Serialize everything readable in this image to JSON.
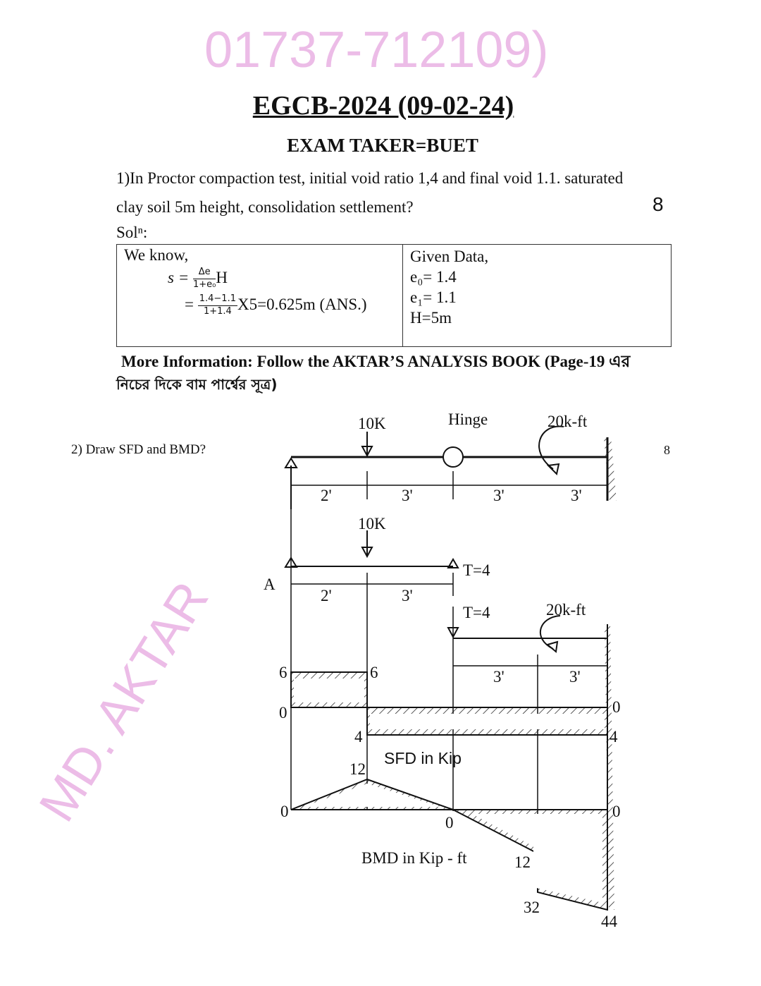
{
  "title": "EGCB-2024 (09-02-24)",
  "subtitle": "EXAM TAKER=BUET",
  "q1": {
    "line1": "1)In Proctor compaction test, initial void ratio 1,4 and final void 1.1. saturated",
    "line2": "clay soil 5m height, consolidation settlement?",
    "marks": "8",
    "sol": "Solⁿ:",
    "left": {
      "we_know": "We know,",
      "s_eq": "s =",
      "num1": "Δe",
      "den1": "1+e₀",
      "h": "H",
      "eq2": "=",
      "num2": "1.4−1.1",
      "den2": "1+1.4",
      "result": "X5=0.625m (ANS.)"
    },
    "right": {
      "given": "Given Data,",
      "e0": "e₀= 1.4",
      "e1": "e₁= 1.1",
      "h": "H=5m"
    },
    "more_line1": "More Information: Follow the AKTAR’S ANALYSIS BOOK (Page-19 এর",
    "more_line2": "নিচের দিকে বাম পার্শ্বের সূত্র)"
  },
  "q2": {
    "question": "2) Draw SFD and BMD?",
    "marks": "8",
    "beam": {
      "load": "10K",
      "hinge": "Hinge",
      "moment": "20k-ft",
      "spans": [
        "2'",
        "3'",
        "3'",
        "3'"
      ]
    },
    "fbd_left": {
      "load": "10K",
      "reaction": "T=4",
      "support_label": "A",
      "spans": [
        "2'",
        "3'"
      ]
    },
    "fbd_right": {
      "force": "T=4",
      "moment": "20k-ft",
      "spans": [
        "3'",
        "3'"
      ]
    },
    "sfd": {
      "title": "SFD in Kip",
      "labels": [
        "6",
        "0",
        "6",
        "4",
        "0",
        "4"
      ]
    },
    "bmd": {
      "title": "BMD in Kip - ft",
      "labels": [
        "12",
        "0",
        "0",
        "12",
        "32",
        "44",
        "0"
      ]
    }
  },
  "watermark": {
    "name": "MD. AKTAR",
    "phone": "01737-712109)"
  }
}
